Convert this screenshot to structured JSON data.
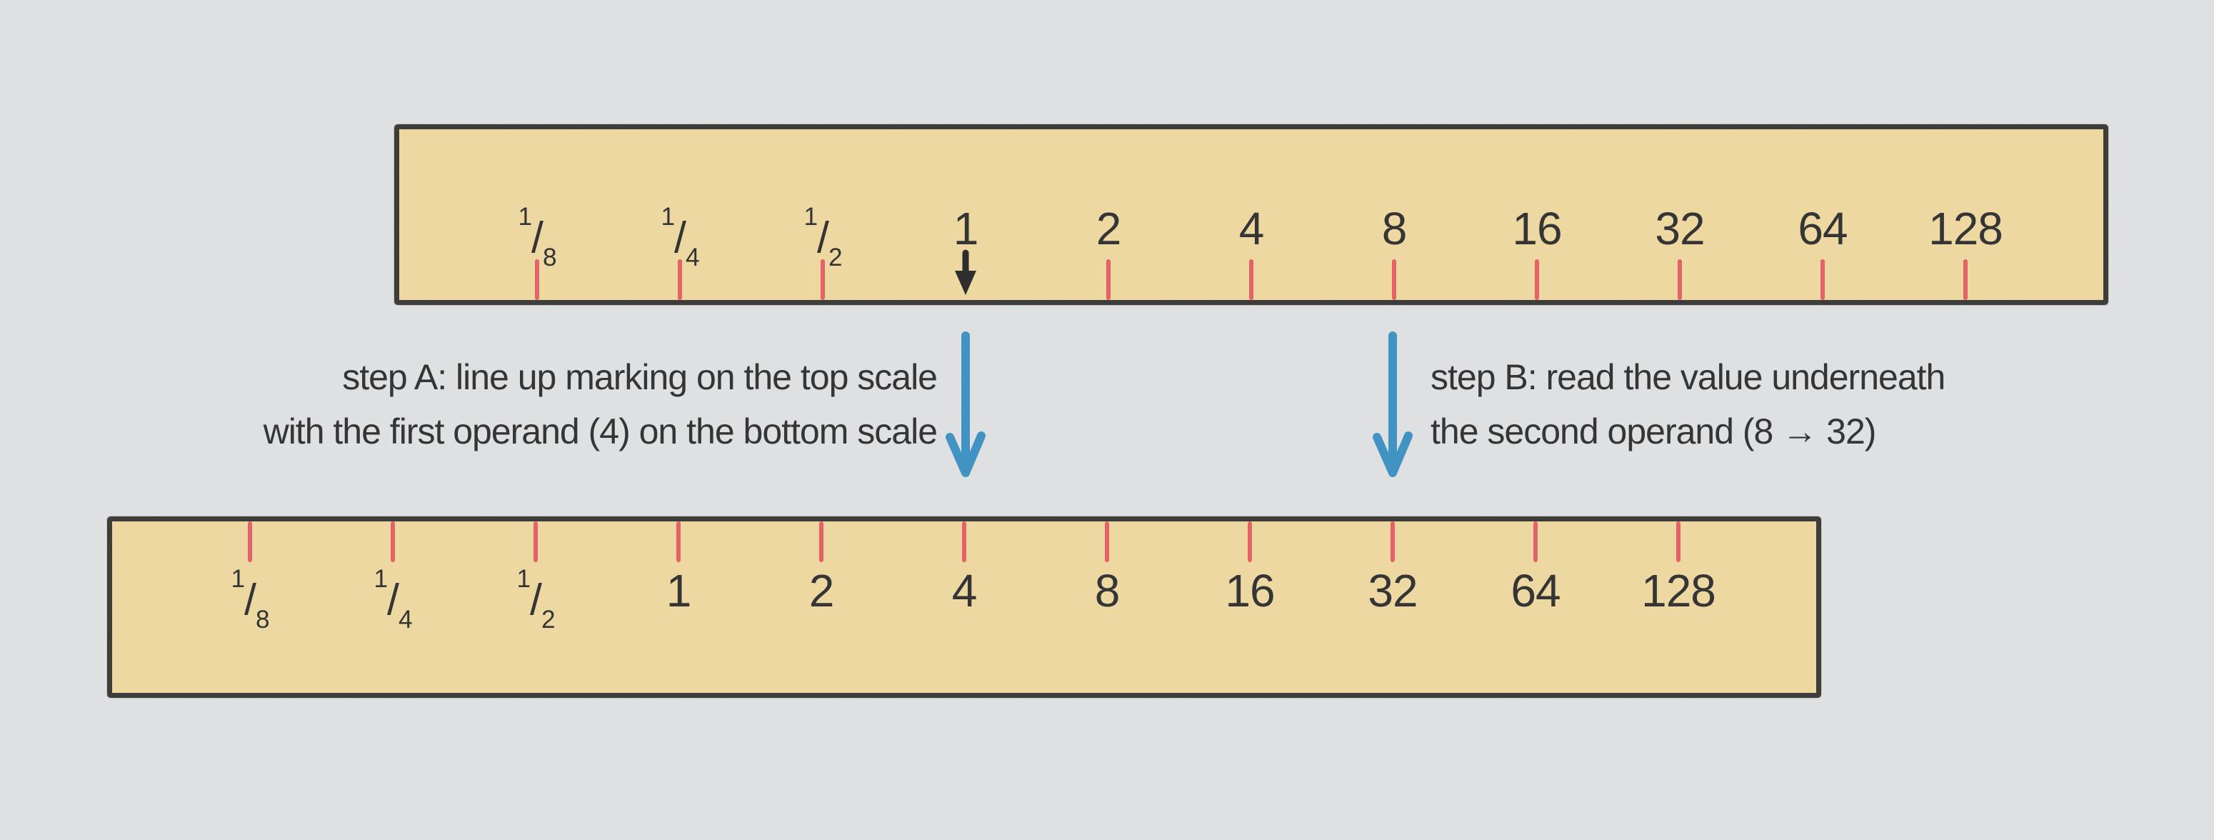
{
  "palette": {
    "paper": "#ecedee",
    "ruler_fill": "#fbe3a0",
    "ruler_border": "#2b2a26",
    "tick_red": "#f6555f",
    "pointer_black": "#181818",
    "arrow_blue": "#2e91c9",
    "text": "#202020"
  },
  "slide_rule": {
    "tick_labels": [
      "1/8",
      "1/4",
      "1/2",
      "1",
      "2",
      "4",
      "8",
      "16",
      "32",
      "64",
      "128"
    ],
    "top_scale": {
      "name": "top scale",
      "pointer_label": "1",
      "pointer_icon": "down-arrow-icon"
    },
    "bottom_scale": {
      "name": "bottom scale"
    }
  },
  "annotations": {
    "step_a_line1": "step A: line up marking on the top scale",
    "step_a_line2": "with the first operand (4) on the bottom scale",
    "step_b_line1": "step B: read the value underneath",
    "step_b_line2": "the second operand (8 → 32)",
    "step_a_arrow_icon": "down-arrow-icon",
    "step_b_arrow_icon": "down-arrow-icon"
  }
}
